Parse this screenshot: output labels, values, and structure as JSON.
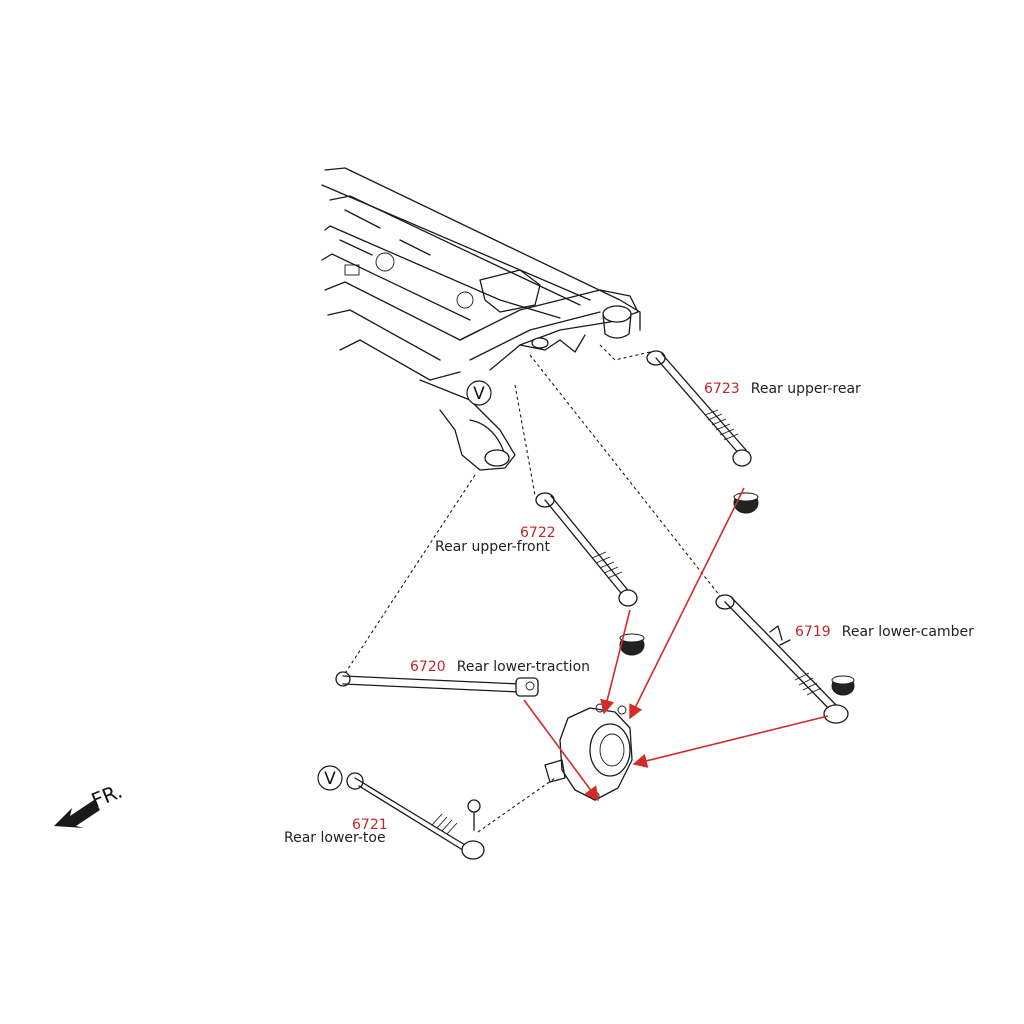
{
  "colors": {
    "line_art": "#1a1a1a",
    "callout_red": "#d42a2a",
    "part_number": "#c0262a",
    "label_text": "#222222"
  },
  "parts": [
    {
      "number": "6723",
      "name": "Rear upper-rear"
    },
    {
      "number": "6722",
      "name": "Rear upper-front"
    },
    {
      "number": "6719",
      "name": "Rear lower-camber"
    },
    {
      "number": "6720",
      "name": "Rear lower-traction"
    },
    {
      "number": "6721",
      "name": "Rear lower-toe"
    }
  ],
  "direction": {
    "label": "FR.",
    "icon": "front-direction-arrow-icon"
  },
  "marks": {
    "v_symbol": "V",
    "v_icon": "circled-v-icon"
  }
}
